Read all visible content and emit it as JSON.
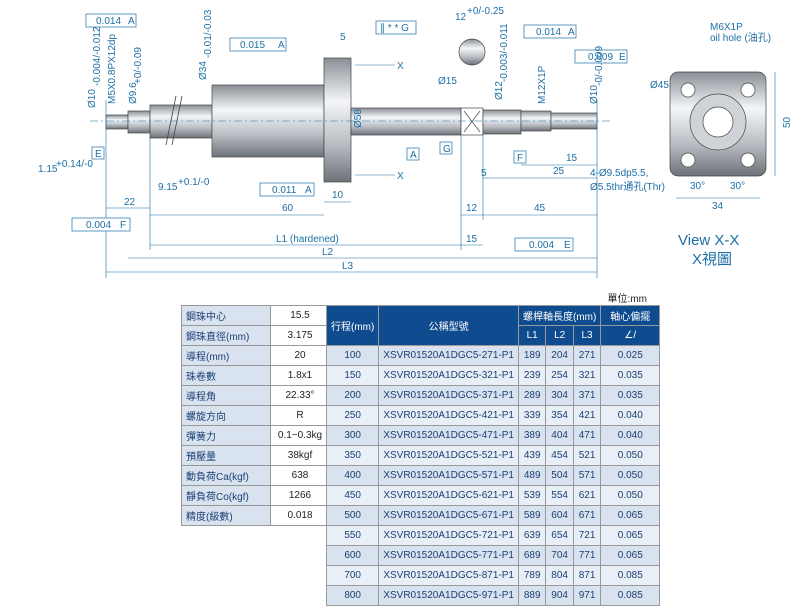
{
  "drawing": {
    "tol_flat_left": "0.014",
    "tol_flat_left_ref": "A",
    "dia10_left": "Ø10",
    "dia10_left_tol": "-0.004/-0.012",
    "m5_thread": "M5X0.8PX12dp",
    "dia96": "Ø9.6",
    "dia96_tol": "+0/-0.09",
    "dia34": "Ø34",
    "dia34_tol": "-0.01/-0.03",
    "tol_0015": "0.015",
    "tol_0015_ref": "A",
    "dim5_top": "5",
    "parallel_tol": "∥ * * G",
    "x_label": "X",
    "dim12": "12",
    "dim12_tol": "+0/-0.25",
    "dia15": "Ø15",
    "dia12": "Ø12",
    "dia12_tol": "-0.003/-0.011",
    "m12": "M12X1P",
    "tol_0014_r": "0.014",
    "tol_0014_r_ref": "A",
    "tol_0009": "0.009",
    "tol_0009_ref": "E",
    "dia10_right": "Ø10",
    "dia10_right_tol": "-0/-0.009",
    "dia58": "Ø58",
    "ref_a": "A",
    "ref_g": "G",
    "ref_f": "F",
    "ref_e": "E",
    "dim115": "1.15",
    "dim115_tol": "+0.14/-0",
    "dim915": "9.15",
    "dim915_tol": "+0.1/-0",
    "tol_0011": "0.011",
    "tol_0011_ref": "A",
    "dim10": "10",
    "dim5_mid": "5",
    "dim15_r": "15",
    "dim25": "25",
    "dim22": "22",
    "dim60": "60",
    "dim12_b": "12",
    "dim45": "45",
    "tol_0004_f": "0.004",
    "tol_0004_f_ref": "F",
    "l1_label": "L1 (hardened)",
    "dim15_b": "15",
    "tol_0004_e": "0.004",
    "tol_0004_e_ref": "E",
    "l2_label": "L2",
    "l3_label": "L3",
    "oil_hole": "M6X1P",
    "oil_hole2": "oil hole (油孔)",
    "dia45": "Ø45",
    "dim50": "50",
    "holes": "4-Ø9.5dp5.5,",
    "holes2": "Ø5.5thr通孔(Thr)",
    "angle30a": "30°",
    "angle30b": "30°",
    "dim34": "34",
    "view_title": "View X-X",
    "view_title_cn": "X視圖"
  },
  "unit_label": "單位:mm",
  "spec_table": [
    {
      "key": "鋼珠中心",
      "value": "15.5"
    },
    {
      "key": "鋼珠直徑(mm)",
      "value": "3.175"
    },
    {
      "key": "導程(mm)",
      "value": "20"
    },
    {
      "key": "珠卷數",
      "value": "1.8x1"
    },
    {
      "key": "導程角",
      "value": "22.33°"
    },
    {
      "key": "螺旋方向",
      "value": "R"
    },
    {
      "key": "彈簧力",
      "value": "0.1~0.3kg"
    },
    {
      "key": "預壓量",
      "value": "38kgf"
    },
    {
      "key": "動負荷Ca(kgf)",
      "value": "638"
    },
    {
      "key": "靜負荷Co(kgf)",
      "value": "1266"
    },
    {
      "key": "精度(級數)",
      "value": "0.018"
    }
  ],
  "model_table": {
    "h_stroke": "行程(mm)",
    "h_model": "公稱型號",
    "h_length": "螺桿軸長度(mm)",
    "h_runout": "軸心偏擺",
    "h_l1": "L1",
    "h_l2": "L2",
    "h_l3": "L3",
    "h_runout_sym": "∠/",
    "rows": [
      [
        "100",
        "XSVR01520A1DGC5-271-P1",
        "189",
        "204",
        "271",
        "0.025"
      ],
      [
        "150",
        "XSVR01520A1DGC5-321-P1",
        "239",
        "254",
        "321",
        "0.035"
      ],
      [
        "200",
        "XSVR01520A1DGC5-371-P1",
        "289",
        "304",
        "371",
        "0.035"
      ],
      [
        "250",
        "XSVR01520A1DGC5-421-P1",
        "339",
        "354",
        "421",
        "0.040"
      ],
      [
        "300",
        "XSVR01520A1DGC5-471-P1",
        "389",
        "404",
        "471",
        "0.040"
      ],
      [
        "350",
        "XSVR01520A1DGC5-521-P1",
        "439",
        "454",
        "521",
        "0.050"
      ],
      [
        "400",
        "XSVR01520A1DGC5-571-P1",
        "489",
        "504",
        "571",
        "0.050"
      ],
      [
        "450",
        "XSVR01520A1DGC5-621-P1",
        "539",
        "554",
        "621",
        "0.050"
      ],
      [
        "500",
        "XSVR01520A1DGC5-671-P1",
        "589",
        "604",
        "671",
        "0.065"
      ],
      [
        "550",
        "XSVR01520A1DGC5-721-P1",
        "639",
        "654",
        "721",
        "0.065"
      ],
      [
        "600",
        "XSVR01520A1DGC5-771-P1",
        "689",
        "704",
        "771",
        "0.065"
      ],
      [
        "700",
        "XSVR01520A1DGC5-871-P1",
        "789",
        "804",
        "871",
        "0.085"
      ],
      [
        "800",
        "XSVR01520A1DGC5-971-P1",
        "889",
        "904",
        "971",
        "0.085"
      ]
    ]
  }
}
